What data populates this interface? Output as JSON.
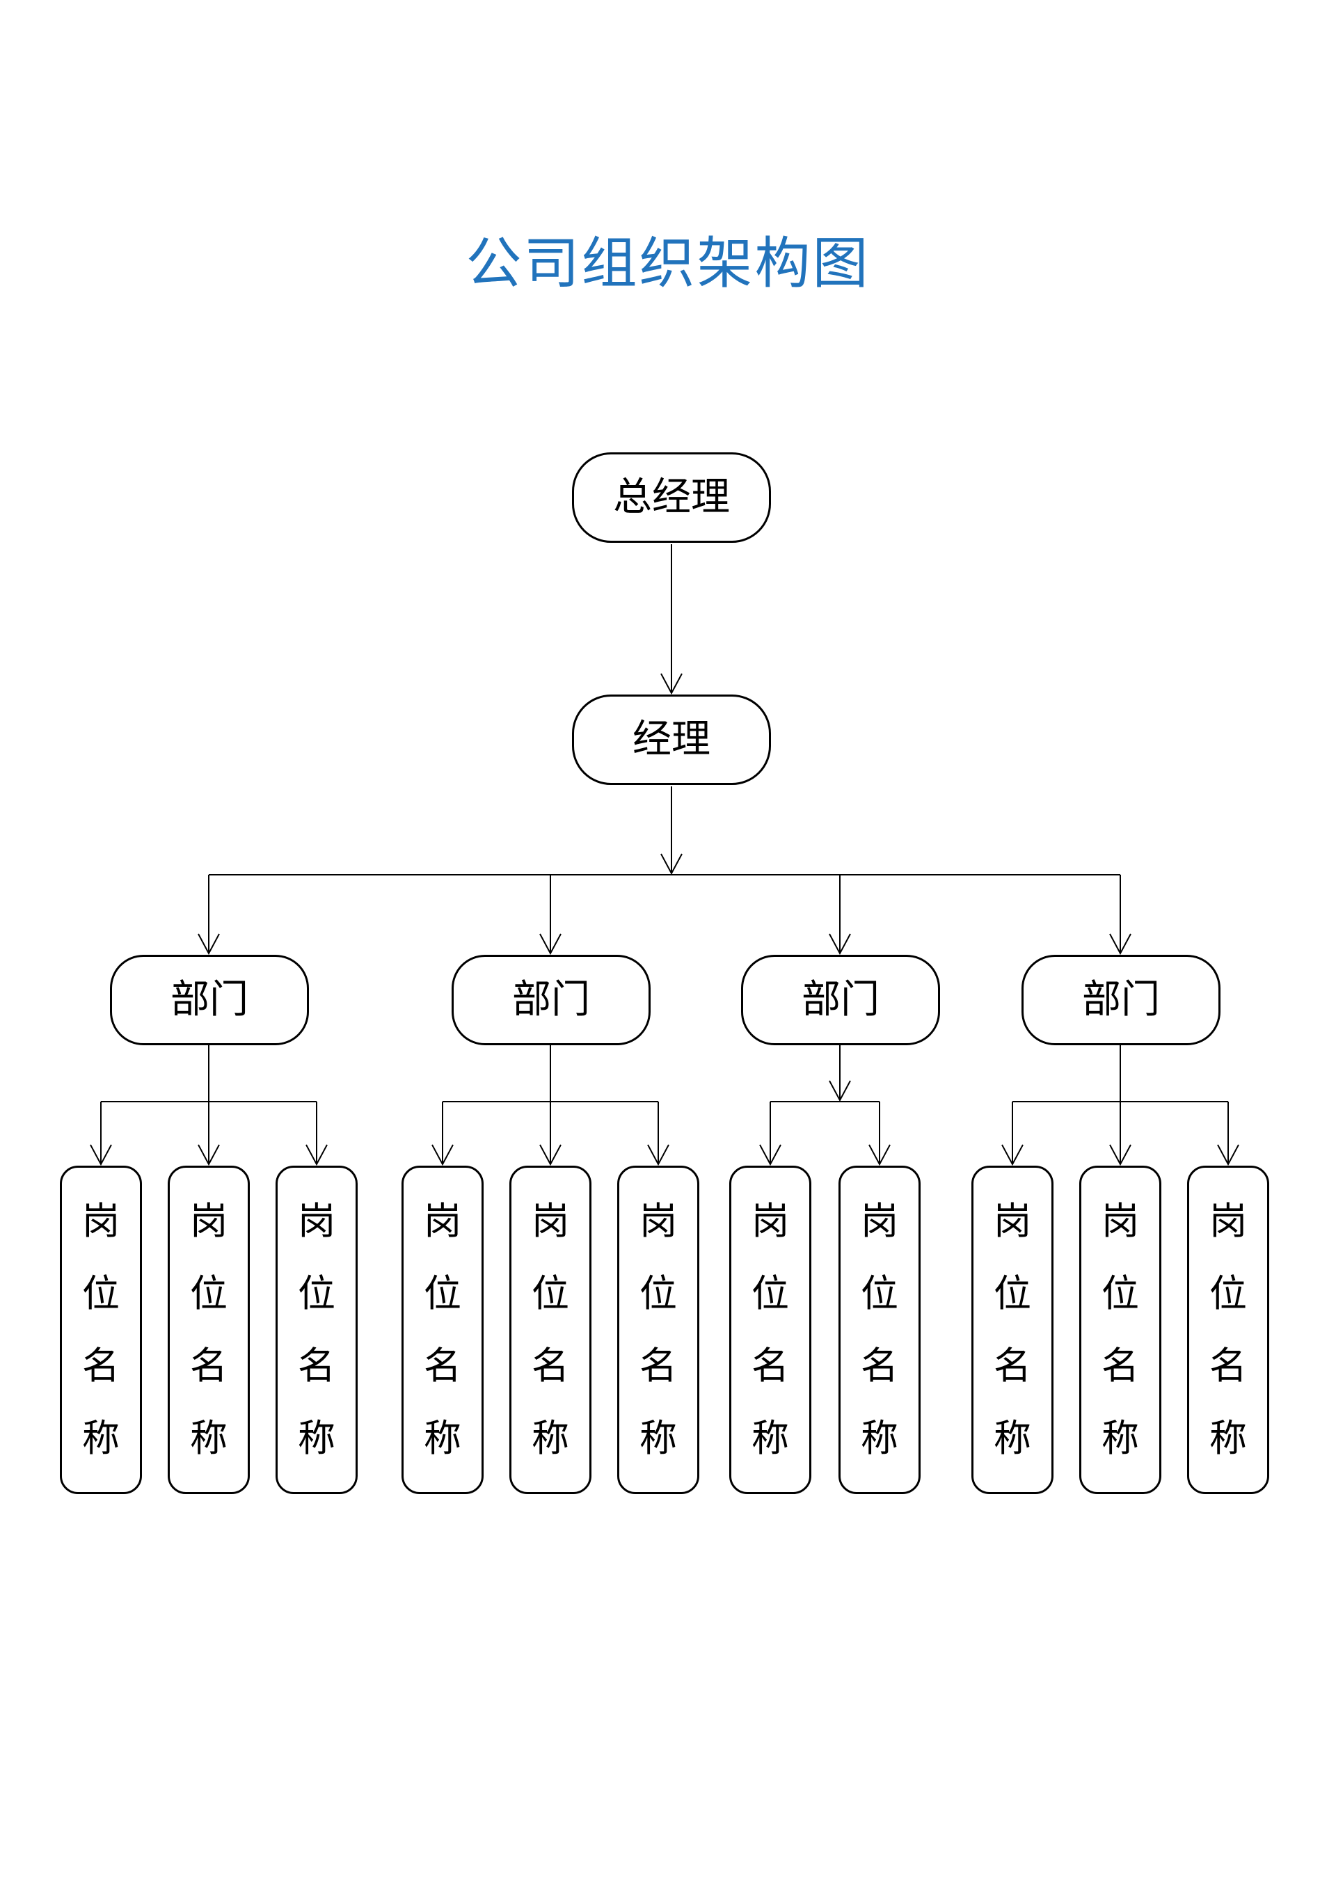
{
  "page": {
    "background": "#ffffff"
  },
  "title": {
    "text": "公司组织架构图",
    "color": "#2173bc"
  },
  "org": {
    "root": {
      "label": "总经理"
    },
    "manager": {
      "label": "经理"
    },
    "departments": [
      {
        "label": "部门",
        "positions": [
          "岗位名称",
          "岗位名称",
          "岗位名称"
        ]
      },
      {
        "label": "部门",
        "positions": [
          "岗位名称",
          "岗位名称",
          "岗位名称"
        ]
      },
      {
        "label": "部门",
        "positions": [
          "岗位名称",
          "岗位名称"
        ]
      },
      {
        "label": "部门",
        "positions": [
          "岗位名称",
          "岗位名称",
          "岗位名称"
        ]
      }
    ]
  },
  "styles": {
    "node_fill": "#ffffff",
    "node_border_color": "#000000",
    "line_color": "#000000",
    "text_color": "#000000",
    "title_color": "#2173bc"
  }
}
